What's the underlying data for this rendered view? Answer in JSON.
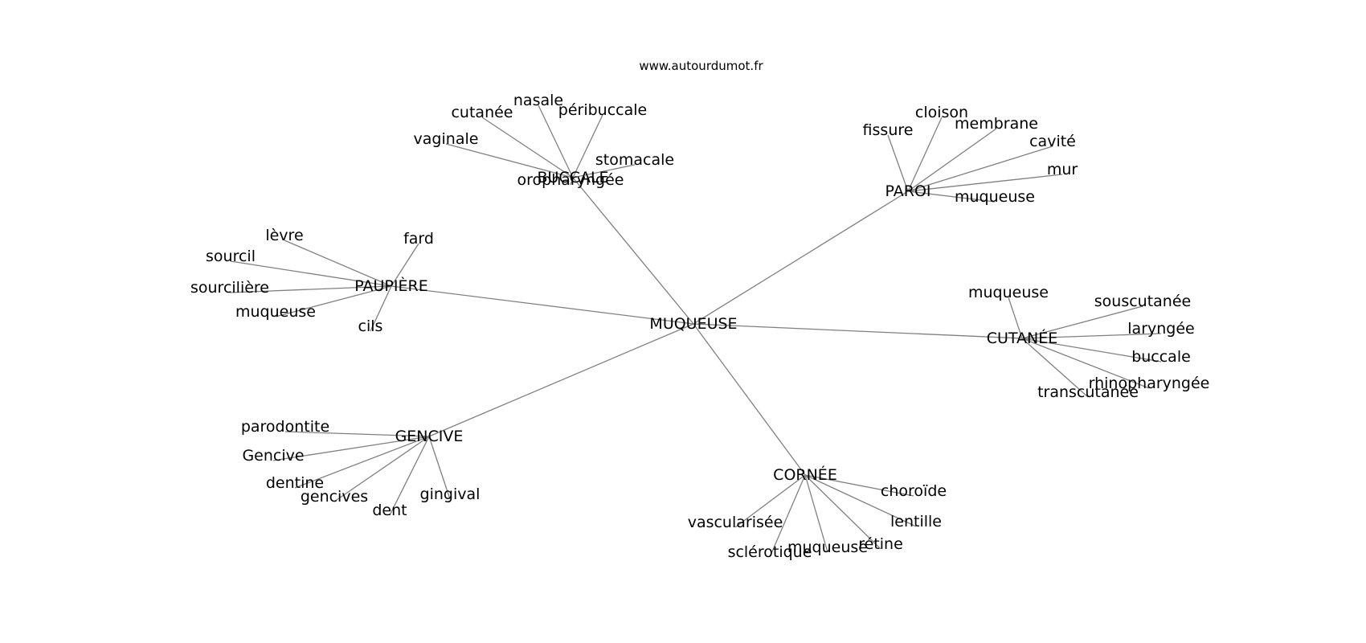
{
  "header": {
    "site_url": "www.autourdumot.fr"
  },
  "colors": {
    "edge": "#808080",
    "text": "#000000",
    "background": "#ffffff"
  },
  "graph": {
    "root": "MUQUEUSE",
    "hubs": [
      {
        "label": "BUCCALE",
        "leaves": [
          "cutanée",
          "nasale",
          "péribuccale",
          "vaginale",
          "stomacale",
          "oropharyngée"
        ]
      },
      {
        "label": "PAROI",
        "leaves": [
          "cloison",
          "fissure",
          "membrane",
          "cavité",
          "mur",
          "muqueuse"
        ]
      },
      {
        "label": "PAUPIÈRE",
        "leaves": [
          "lèvre",
          "fard",
          "sourcil",
          "sourcilière",
          "muqueuse",
          "cils"
        ]
      },
      {
        "label": "CUTANÉE",
        "leaves": [
          "muqueuse",
          "souscutanée",
          "laryngée",
          "buccale",
          "rhinopharyngée",
          "transcutanée"
        ]
      },
      {
        "label": "GENCIVE",
        "leaves": [
          "parodontite",
          "Gencive",
          "dentine",
          "gencives",
          "dent",
          "gingival"
        ]
      },
      {
        "label": "CORNÉE",
        "leaves": [
          "choroïde",
          "lentille",
          "vascularisée",
          "rétine",
          "muqueuse",
          "sclérotique"
        ]
      }
    ]
  }
}
